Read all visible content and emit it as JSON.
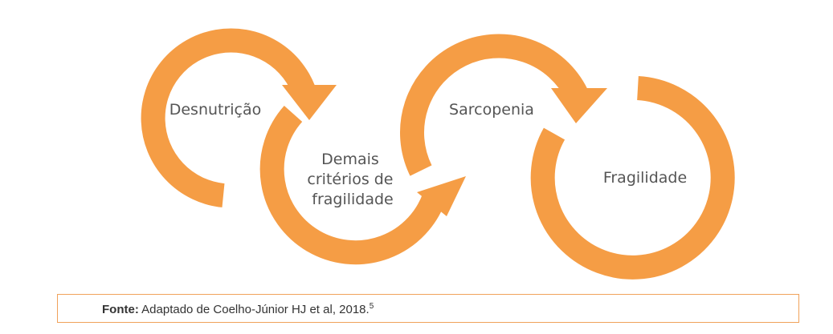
{
  "diagram": {
    "nodes": [
      {
        "id": "desnutricao",
        "label_lines": [
          "Desnutrição"
        ]
      },
      {
        "id": "demais",
        "label_lines": [
          "Demais",
          "critérios de",
          "fragilidade"
        ]
      },
      {
        "id": "sarcopenia",
        "label_lines": [
          "Sarcopenia"
        ]
      },
      {
        "id": "fragilidade",
        "label_lines": [
          "Fragilidade"
        ]
      }
    ],
    "arrow_color": "#f59d45"
  },
  "source": {
    "label": "Fonte:",
    "text": " Adaptado de Coelho-Júnior HJ et al, 2018.",
    "ref": "5"
  }
}
